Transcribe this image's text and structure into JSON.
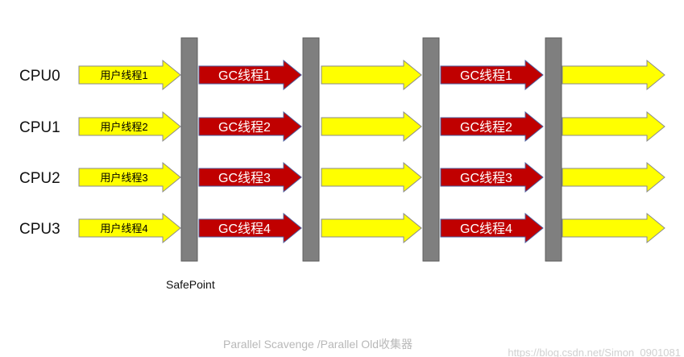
{
  "colors": {
    "user_arrow_fill": "#ffff00",
    "user_arrow_stroke": "#8a8a8a",
    "gc_arrow_fill": "#c00000",
    "gc_arrow_stroke": "#4a5fa0",
    "gc_text": "#ffffff",
    "user_text": "#000000",
    "safepoint_bar": "#7f7f7f"
  },
  "cpus": [
    {
      "label": "CPU0",
      "user_thread": "用户线程1",
      "gc_thread": "GC线程1"
    },
    {
      "label": "CPU1",
      "user_thread": "用户线程2",
      "gc_thread": "GC线程2"
    },
    {
      "label": "CPU2",
      "user_thread": "用户线程3",
      "gc_thread": "GC线程3"
    },
    {
      "label": "CPU3",
      "user_thread": "用户线程4",
      "gc_thread": "GC线程4"
    }
  ],
  "stages": [
    "user",
    "gc",
    "user",
    "gc",
    "user"
  ],
  "safepoint_label": "SafePoint",
  "footer_title": "Parallel Scavenge /Parallel Old收集器",
  "watermark": "https://blog.csdn.net/Simon_0901081"
}
